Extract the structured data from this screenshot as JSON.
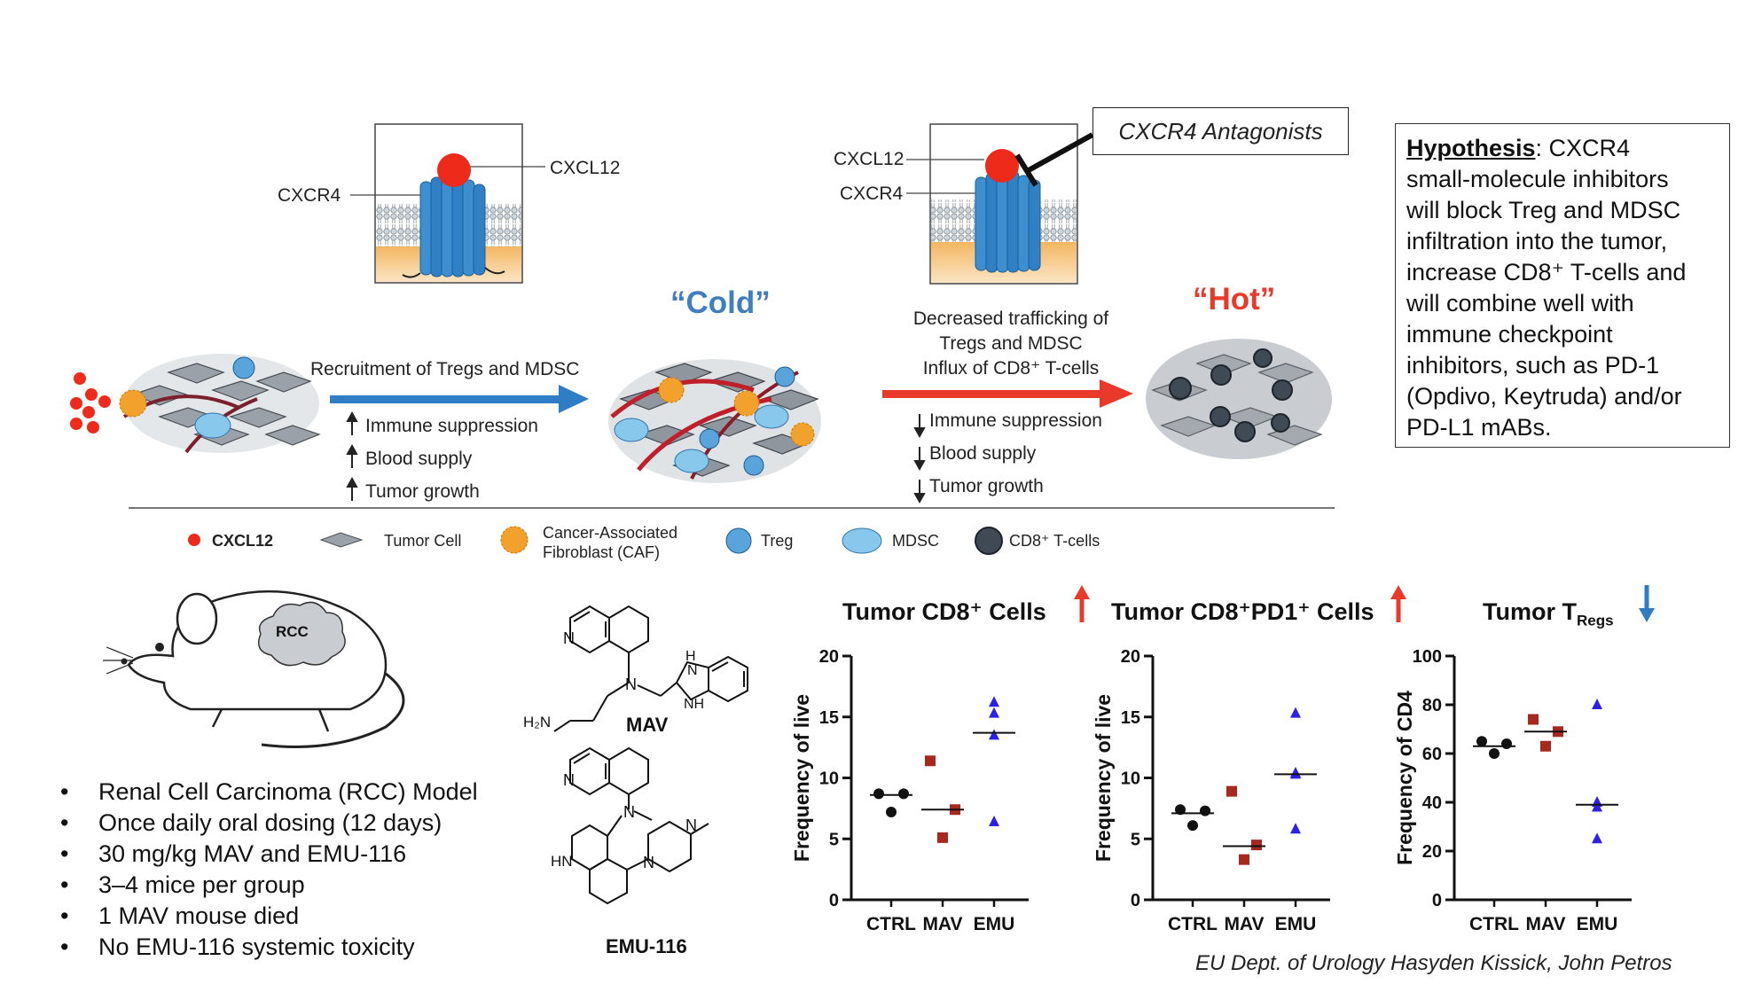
{
  "labels": {
    "cxcr4_left": "CXCR4",
    "cxcl12_left": "CXCL12",
    "cxcl12_right": "CXCL12",
    "cxcr4_right": "CXCR4",
    "antagonists": "CXCR4 Antagonists",
    "cold": "“Cold”",
    "hot": "“Hot”",
    "recruitment": "Recruitment of Tregs and MDSC",
    "decreased_1": "Decreased trafficking of",
    "decreased_2": "Tregs and MDSC",
    "decreased_3": "Influx of CD8⁺ T-cells"
  },
  "effects_up": [
    "Immune suppression",
    "Blood supply",
    "Tumor growth"
  ],
  "effects_down": [
    "Immune suppression",
    "Blood supply",
    "Tumor growth"
  ],
  "hypothesis": {
    "heading": "Hypothesis",
    "lines": [
      ":  CXCR4",
      "small-molecule inhibitors",
      "will block Treg and MDSC",
      "infiltration into the tumor,",
      "increase CD8⁺ T-cells and",
      "will combine well with",
      "immune checkpoint",
      "inhibitors, such as PD-1",
      "(Opdivo, Keytruda) and/or",
      "PD-L1 mABs."
    ]
  },
  "legend": {
    "cxcl12": "CXCL12",
    "tumor_cell": "Tumor Cell",
    "caf_1": "Cancer-Associated",
    "caf_2": "Fibroblast (CAF)",
    "treg": "Treg",
    "mdsc": "MDSC",
    "cd8": "CD8⁺ T-cells"
  },
  "mouse_label": "RCC",
  "bullets": [
    "Renal Cell Carcinoma (RCC) Model",
    "Once daily oral dosing (12 days)",
    "30 mg/kg MAV and EMU-116",
    "3–4 mice per group",
    "1 MAV mouse died",
    "No EMU-116 systemic toxicity"
  ],
  "chem": {
    "mav": "MAV",
    "emu": "EMU-116",
    "n": "N",
    "h": "H",
    "nh": "NH",
    "hn": "HN",
    "h2n": "H₂N"
  },
  "credit": "EU Dept. of Urology Hasyden Kissick, John Petros",
  "colors": {
    "ctrl": "#111111",
    "mav": "#a8281e",
    "emu": "#2e22e0",
    "up": "#e8392b",
    "down": "#2f7ec5",
    "cold": "#3f7ec1"
  },
  "chart_data": [
    {
      "type": "scatter",
      "title": "Tumor CD8⁺ Cells",
      "trend": "up",
      "ylabel": "Frequency of live",
      "categories": [
        "CTRL",
        "MAV",
        "EMU"
      ],
      "ylim": [
        0,
        20
      ],
      "yticks": [
        0,
        5,
        10,
        15,
        20
      ],
      "points": [
        [
          8.7,
          8.7,
          7.2
        ],
        [
          11.4,
          7.4,
          5.1
        ],
        [
          16.2,
          15.3,
          13.5,
          6.4
        ]
      ],
      "medians": [
        8.6,
        7.4,
        13.7
      ]
    },
    {
      "type": "scatter",
      "title": "Tumor CD8⁺PD1⁺ Cells",
      "trend": "up",
      "ylabel": "Frequency of live",
      "categories": [
        "CTRL",
        "MAV",
        "EMU"
      ],
      "ylim": [
        0,
        20
      ],
      "yticks": [
        0,
        5,
        10,
        15,
        20
      ],
      "points": [
        [
          7.4,
          7.3,
          6.1
        ],
        [
          8.9,
          4.5,
          3.3
        ],
        [
          15.3,
          10.4,
          10.3,
          5.8
        ]
      ],
      "medians": [
        7.1,
        4.4,
        10.3
      ]
    },
    {
      "type": "scatter",
      "title": "Tumor T",
      "title_sub": "Regs",
      "trend": "down",
      "ylabel": "Frequency of CD4",
      "categories": [
        "CTRL",
        "MAV",
        "EMU"
      ],
      "ylim": [
        0,
        100
      ],
      "yticks": [
        0,
        20,
        40,
        60,
        80,
        100
      ],
      "points": [
        [
          65,
          64,
          60
        ],
        [
          74,
          69,
          63
        ],
        [
          80,
          40,
          38,
          25
        ]
      ],
      "medians": [
        63,
        69,
        39
      ]
    }
  ]
}
